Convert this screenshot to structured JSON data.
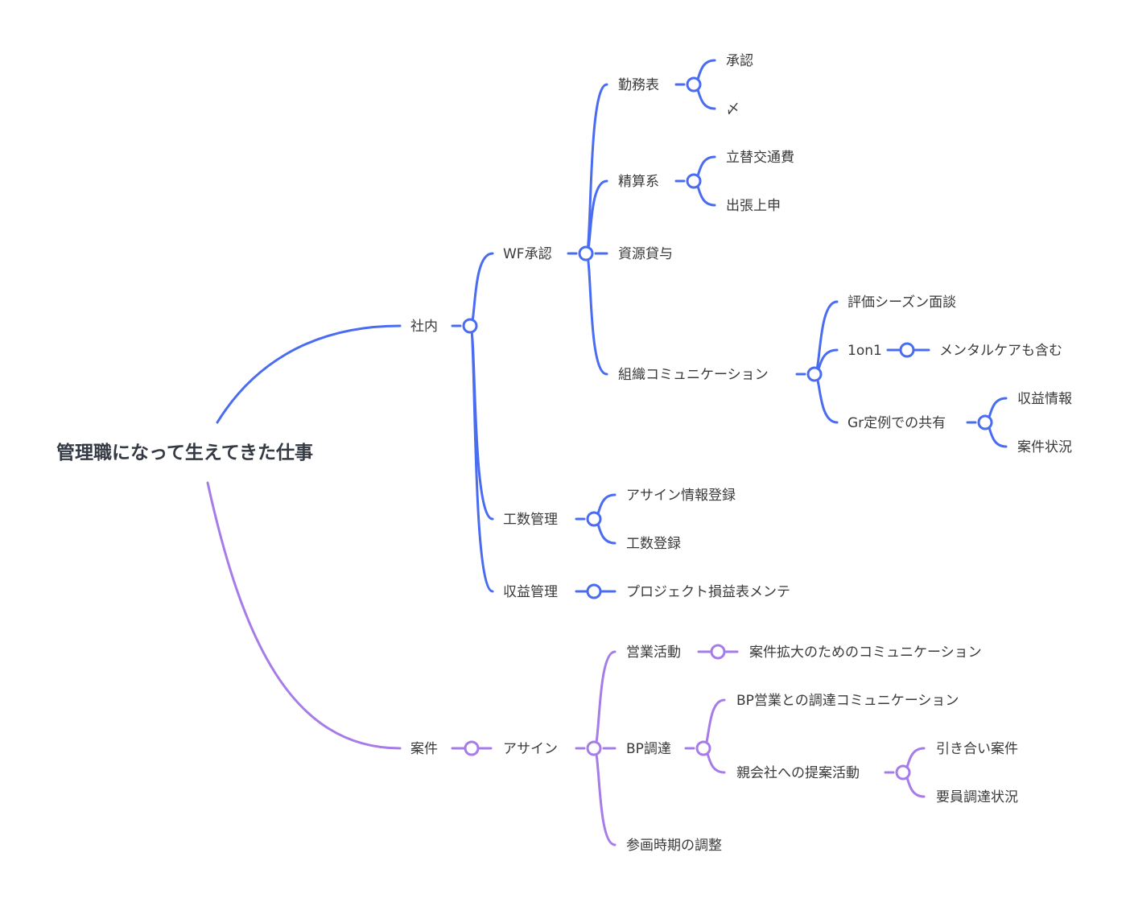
{
  "colors": {
    "blue": "#4a6cf0",
    "purple": "#a67ce8",
    "text": "#3a3a3a",
    "root_text": "#333a44"
  },
  "root": "管理職になって生えてきた仕事",
  "nodes": {
    "shanai": "社内",
    "wf": "WF承認",
    "kinmuhyo": "勤務表",
    "shonin": "承認",
    "shime": "〆",
    "seisan": "精算系",
    "tatekae": "立替交通費",
    "shutcho": "出張上申",
    "shigen": "資源貸与",
    "soshiki": "組織コミュニケーション",
    "hyoka": "評価シーズン面談",
    "one_on_one": "1on1",
    "mental": "メンタルケアも含む",
    "gr": "Gr定例での共有",
    "shueki_joho": "収益情報",
    "anken_jokyo": "案件状況",
    "kosu": "工数管理",
    "assign_joho": "アサイン情報登録",
    "kosu_toroku": "工数登録",
    "shueki_kanri": "収益管理",
    "pj_sonneki": "プロジェクト損益表メンテ",
    "anken": "案件",
    "assign": "アサイン",
    "eigyo": "営業活動",
    "anken_kakudai": "案件拡大のためのコミュニケーション",
    "bp": "BP調達",
    "bp_eigyo": "BP営業との調達コミュニケーション",
    "oyagaisha": "親会社への提案活動",
    "hikiai": "引き合い案件",
    "yoin": "要員調達状況",
    "sankaku": "参画時期の調整"
  }
}
